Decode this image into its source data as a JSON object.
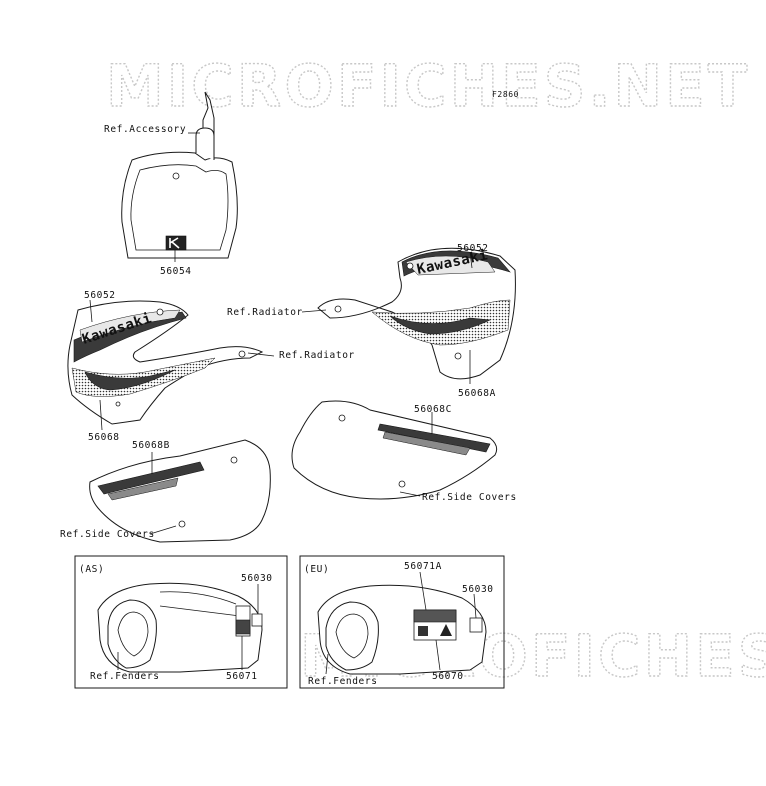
{
  "watermark": "MICROFICHES.NET",
  "figure_code": "F2860",
  "labels": {
    "ref_accessory": "Ref.Accessory",
    "p56054": "56054",
    "p56052_right": "56052",
    "ref_radiator_top": "Ref.Radiator",
    "p56068A": "56068A",
    "p56052_left": "56052",
    "ref_radiator_left": "Ref.Radiator",
    "p56068": "56068",
    "p56068C": "56068C",
    "ref_side_covers_right": "Ref.Side Covers",
    "p56068B": "56068B",
    "ref_side_covers_left": "Ref.Side Covers"
  },
  "shroud_brand_text": "Kawasaki",
  "inset_as": {
    "region": "(AS)",
    "part_a": "56030",
    "part_b": "56071",
    "ref_fenders": "Ref.Fenders"
  },
  "inset_eu": {
    "region": "(EU)",
    "part_a": "56071A",
    "part_b": "56030",
    "part_c": "56070",
    "ref_fenders": "Ref.Fenders"
  }
}
